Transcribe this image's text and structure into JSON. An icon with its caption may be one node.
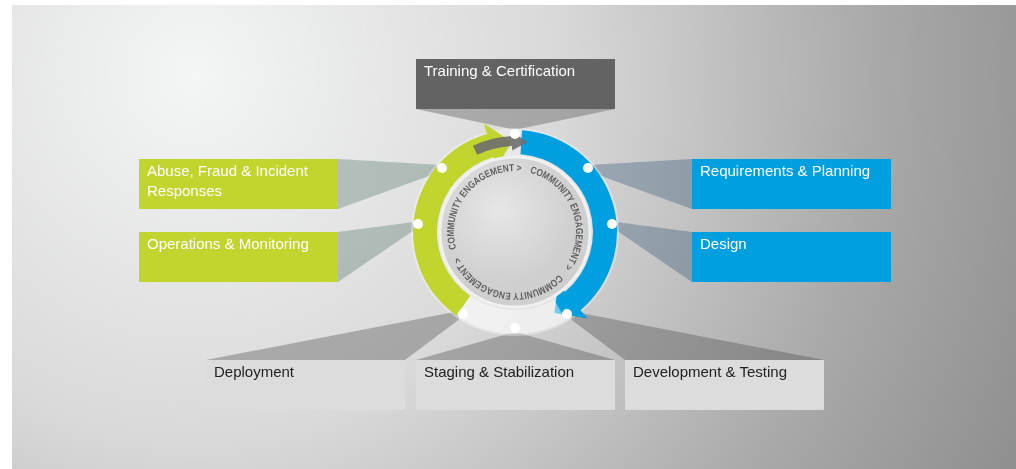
{
  "diagram": {
    "nodes": [
      {
        "text": [
          "Training & Certification"
        ]
      },
      {
        "text": [
          "Abuse, Fraud & Incident Responses"
        ]
      },
      {
        "text": [
          "Requirements & Planning"
        ]
      },
      {
        "text": [
          "Operations & Monitoring"
        ]
      },
      {
        "text": [
          "Design"
        ]
      },
      {
        "text": [
          "Deployment"
        ]
      },
      {
        "text": [
          "Staging & Stabilization"
        ]
      },
      {
        "text": [
          "Development & Testing"
        ]
      },
      {
        "text": [],
        "shape": "circle"
      },
      {
        "text": [],
        "shape": "circle"
      },
      {
        "text": [],
        "shape": "circle"
      },
      {
        "text": [],
        "shape": "circle"
      },
      {
        "text": [],
        "shape": "circle"
      },
      {
        "text": [],
        "shape": "circle"
      },
      {
        "text": [],
        "shape": "circle"
      },
      {
        "text": [],
        "shape": "circle"
      }
    ],
    "edges": [
      {
        "from": 0,
        "to": 8,
        "arrow": "none"
      },
      {
        "from": 1,
        "to": 9,
        "arrow": "none"
      },
      {
        "from": 2,
        "to": 10,
        "arrow": "none"
      },
      {
        "from": 3,
        "to": 11,
        "arrow": "none"
      },
      {
        "from": 4,
        "to": 12,
        "arrow": "none"
      },
      {
        "from": 5,
        "to": 13,
        "arrow": "none"
      },
      {
        "from": 6,
        "to": 15,
        "arrow": "none"
      },
      {
        "from": 7,
        "to": 14,
        "arrow": "none"
      }
    ],
    "labels": [
      "COMMUNITY ENGAGEMENT >",
      "COMMUNITY ENGAGEMENT >",
      "COMMUNITY ENGAGEMENT >"
    ]
  }
}
